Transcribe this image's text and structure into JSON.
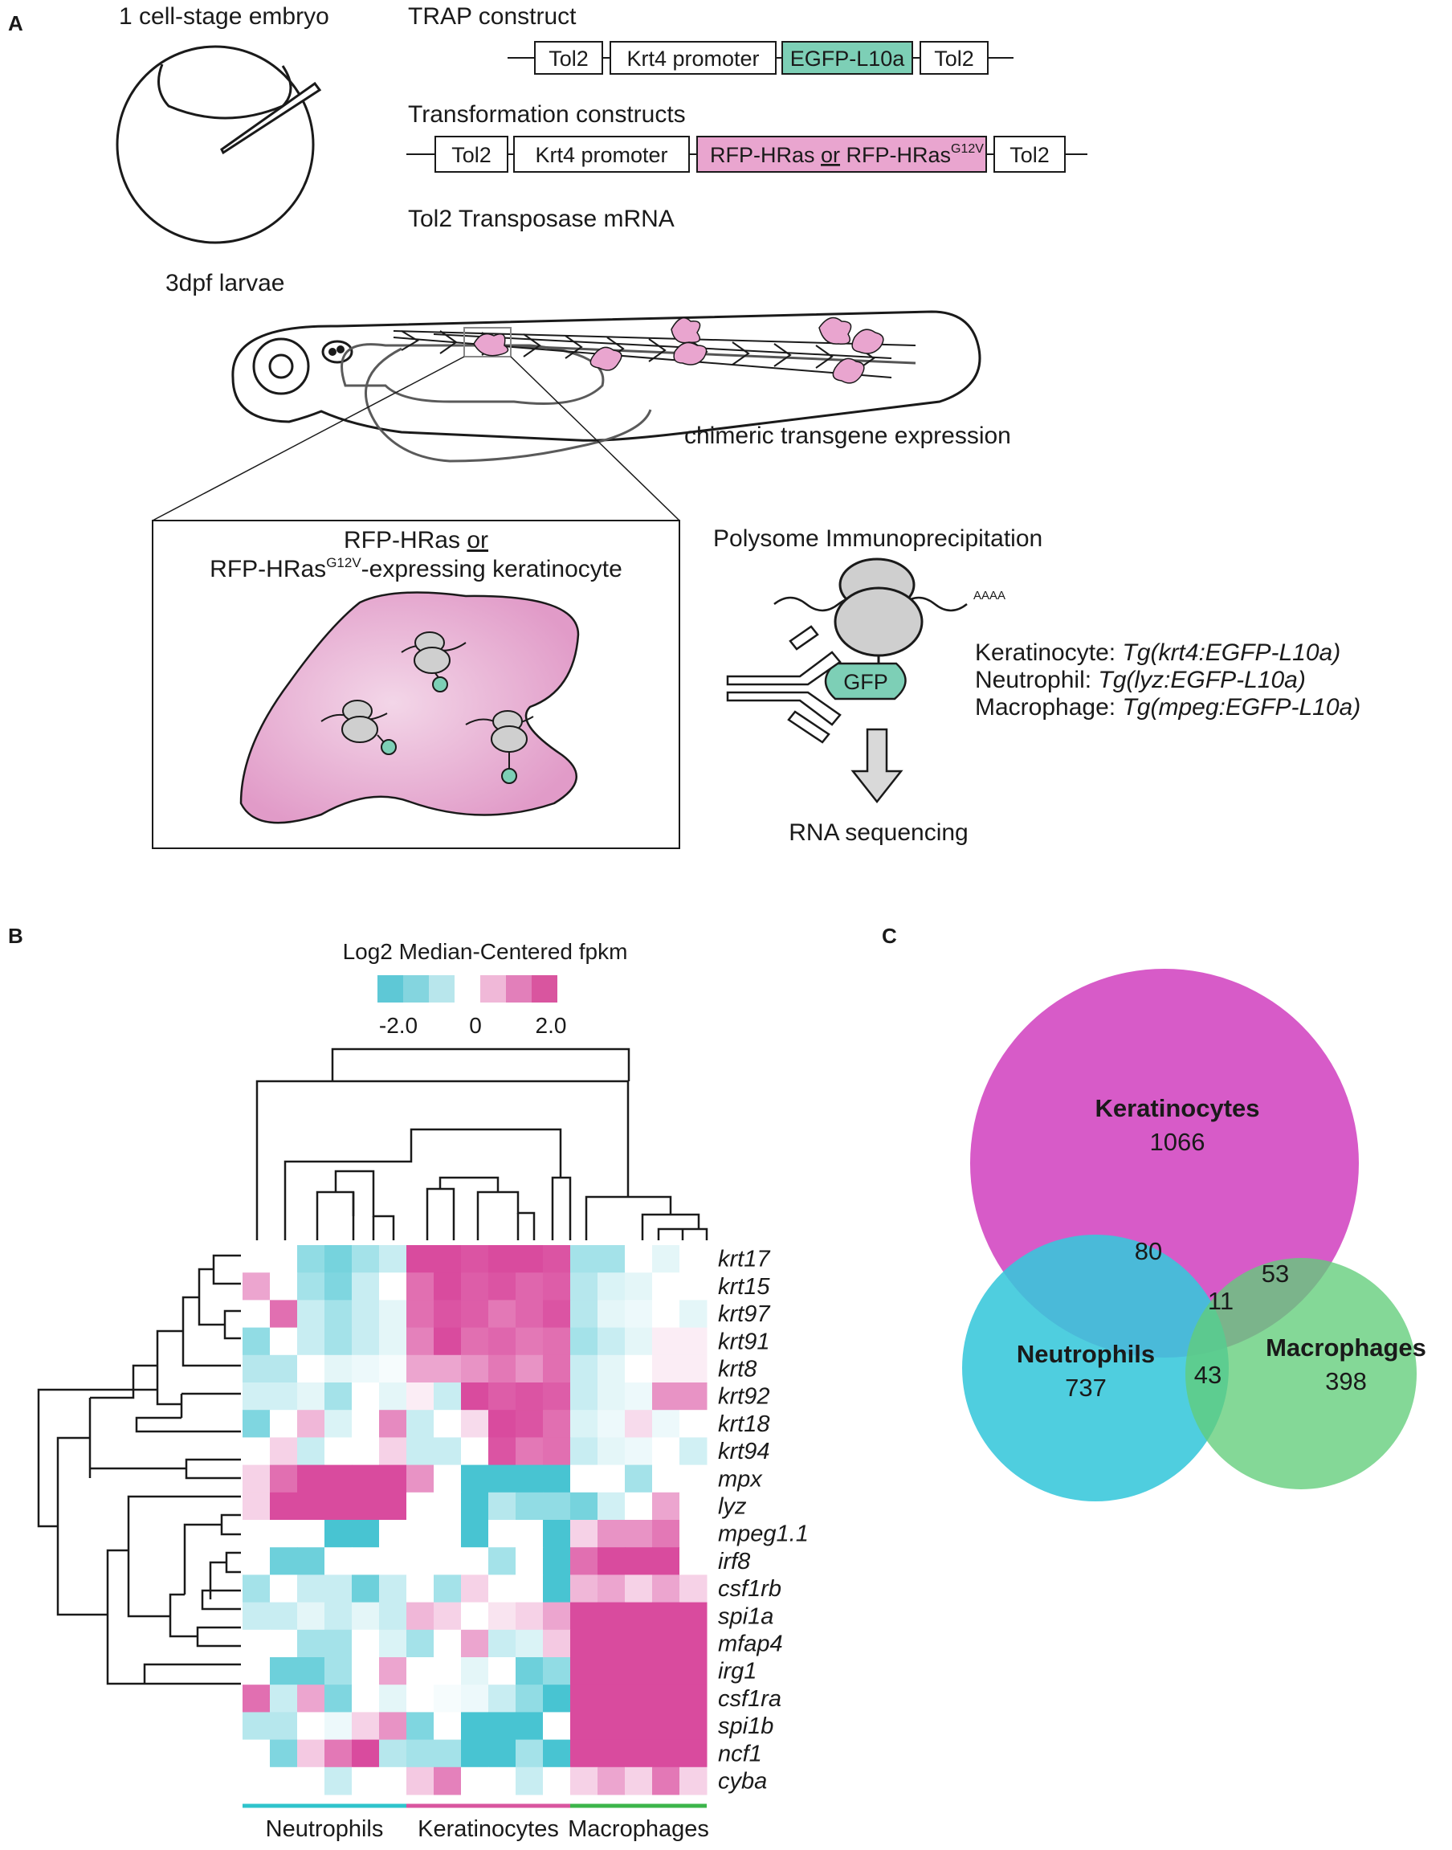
{
  "panels": {
    "a": "A",
    "b": "B",
    "c": "C"
  },
  "panel_a": {
    "embryo_label": "1 cell-stage embryo",
    "trap_title": "TRAP construct",
    "trap_segments": [
      "Tol2",
      "Krt4 promoter",
      "EGFP-L10a",
      "Tol2"
    ],
    "transform_title": "Transformation constructs",
    "transform_segments": [
      "Tol2",
      "Krt4 promoter",
      "",
      "Tol2"
    ],
    "transform_rfp": {
      "part1": "RFP-HRas ",
      "or": "or",
      "part2": " RFP-HRas",
      "sup": "G12V"
    },
    "transposase": "Tol2 Transposase mRNA",
    "larvae_label": "3dpf larvae",
    "chimeric_label": "chimeric transgene expression",
    "inset_line1": {
      "part1": "RFP-HRas ",
      "or": "or"
    },
    "inset_line2": {
      "part1": "RFP-HRas",
      "sup": "G12V",
      "part2": "-expressing keratinocyte"
    },
    "polysome_title": "Polysome Immunoprecipitation",
    "polya": "AAAA",
    "gfp": "GFP",
    "tg_lines": [
      {
        "cell": "Keratinocyte: ",
        "tg": "Tg(krt4:EGFP-L10a)"
      },
      {
        "cell": "Neutrophil: ",
        "tg": "Tg(lyz:EGFP-L10a)"
      },
      {
        "cell": "Macrophage: ",
        "tg": "Tg(mpeg:EGFP-L10a)"
      }
    ],
    "rna_seq": "RNA sequencing"
  },
  "panel_b": {
    "legend_title": "Log2 Median-Centered fpkm",
    "legend_ticks": [
      "-2.0",
      "0",
      "2.0"
    ],
    "legend_colors": [
      "#5ec8d6",
      "#84d5df",
      "#b8e6ec",
      "#ffffff",
      "#f0b8d8",
      "#e27fba",
      "#d9559f"
    ]
  },
  "colors": {
    "neutrophils": "#2fc4cc",
    "keratinocytes": "#d9559f",
    "macrophages": "#3cb54a",
    "construct_green": "#7dcfb6",
    "rfp_pink": "#e9a5cf"
  },
  "chart_data": {
    "type": "heatmap",
    "title": "Log2 Median-Centered fpkm",
    "scale": {
      "min": -2.0,
      "center": 0,
      "max": 2.0
    },
    "genes": [
      "krt17",
      "krt15",
      "krt97",
      "krt91",
      "krt8",
      "krt92",
      "krt18",
      "krt94",
      "mpx",
      "lyz",
      "mpeg1.1",
      "irf8",
      "csf1rb",
      "spi1a",
      "mfap4",
      "irg1",
      "csf1ra",
      "spi1b",
      "ncf1",
      "cyba"
    ],
    "groups": [
      {
        "name": "Neutrophils",
        "columns": 6
      },
      {
        "name": "Keratinocytes",
        "columns": 6
      },
      {
        "name": "Macrophages",
        "columns": 5
      }
    ],
    "values": [
      [
        0,
        0,
        -1.2,
        -1.5,
        -1,
        -0.6,
        2,
        2,
        1.9,
        2,
        2,
        1.9,
        -1,
        -1,
        0,
        -0.3,
        0
      ],
      [
        1,
        0,
        -1,
        -1.4,
        -0.6,
        0,
        1.6,
        2,
        1.8,
        1.9,
        1.7,
        1.8,
        -0.8,
        -0.4,
        -0.3,
        0,
        0
      ],
      [
        0,
        1.6,
        -0.6,
        -1,
        -0.6,
        -0.3,
        1.6,
        1.9,
        1.8,
        1.5,
        1.7,
        1.9,
        -0.8,
        -0.3,
        -0.2,
        0,
        -0.3
      ],
      [
        -1.2,
        0,
        -0.6,
        -1,
        -0.6,
        -0.3,
        1.4,
        2,
        1.6,
        1.7,
        1.5,
        1.6,
        -1,
        -0.6,
        -0.3,
        0.2,
        0.2
      ],
      [
        -0.8,
        -0.8,
        0,
        -0.3,
        -0.2,
        -0.1,
        1,
        1,
        1.2,
        1.5,
        1.2,
        1.6,
        -0.6,
        -0.3,
        0,
        0.2,
        0.2
      ],
      [
        -0.5,
        -0.5,
        -0.3,
        -1,
        0,
        -0.3,
        0.2,
        -0.6,
        2,
        1.8,
        1.9,
        1.8,
        -0.6,
        -0.3,
        -0.2,
        1.2,
        1.2
      ],
      [
        -1.4,
        0,
        0.8,
        -0.4,
        0,
        1.3,
        -0.6,
        0,
        0.4,
        2,
        1.9,
        1.6,
        -0.4,
        -0.2,
        0.4,
        -0.2,
        0
      ],
      [
        0,
        0.5,
        -0.6,
        0,
        0,
        0.5,
        -0.6,
        -0.6,
        0,
        1.9,
        1.5,
        1.6,
        -0.6,
        -0.3,
        -0.2,
        0,
        -0.5
      ],
      [
        0.5,
        1.6,
        2,
        2,
        2,
        2,
        1.2,
        0,
        -2,
        -2,
        -2,
        -2,
        0,
        0,
        -1,
        0,
        0
      ],
      [
        0.5,
        2,
        2,
        2,
        2,
        2,
        0,
        0,
        -2,
        -0.8,
        -1.2,
        -1.2,
        -1.5,
        -0.5,
        0,
        1,
        0
      ],
      [
        0,
        0,
        0,
        -2,
        -2,
        0,
        0,
        0,
        -2,
        0,
        0,
        -2,
        0.5,
        1.2,
        1.2,
        1.5,
        0
      ],
      [
        0,
        -1.6,
        -1.6,
        0,
        0,
        0,
        0,
        0,
        0,
        -1,
        0,
        -2,
        1.6,
        2,
        2,
        2,
        0
      ],
      [
        -1,
        0,
        -0.6,
        -0.6,
        -1.6,
        -0.6,
        0,
        -1,
        0.5,
        0,
        0,
        -2,
        0.8,
        1,
        0.5,
        1,
        0.5
      ],
      [
        -0.6,
        -0.6,
        -0.3,
        -0.6,
        -0.3,
        -0.6,
        0.8,
        0.5,
        0,
        0.3,
        0.5,
        1,
        2,
        2,
        2,
        2,
        2
      ],
      [
        0,
        0,
        -1,
        -1,
        0,
        -0.4,
        -1,
        0,
        1,
        -0.6,
        -0.4,
        0.6,
        2,
        2,
        2,
        2,
        2
      ],
      [
        0,
        -1.6,
        -1.6,
        -1,
        0,
        1,
        0,
        0,
        -0.3,
        0,
        -1.6,
        -1.2,
        2,
        2,
        2,
        2,
        2
      ],
      [
        1.6,
        -0.6,
        1,
        -1.4,
        0,
        -0.3,
        0,
        -0.1,
        -0.2,
        -0.6,
        -1.2,
        -2,
        2,
        2,
        2,
        2,
        2
      ],
      [
        -0.8,
        -0.8,
        0,
        -0.2,
        0.5,
        1.2,
        -1.4,
        0,
        -2,
        -2,
        -2,
        0,
        2,
        2,
        2,
        2,
        2
      ],
      [
        0,
        -1.4,
        0.6,
        1.5,
        2,
        -0.8,
        -1,
        -1,
        -2,
        -2,
        -1,
        -2,
        2,
        2,
        2,
        2,
        2
      ],
      [
        0,
        0,
        0,
        -0.6,
        0,
        0,
        0.6,
        1.4,
        0,
        0,
        -0.6,
        0,
        0.5,
        1,
        0.5,
        1.5,
        0.5
      ]
    ]
  },
  "venn": {
    "sets": [
      {
        "name": "Keratinocytes",
        "count": "1066",
        "color": "#d75bc8"
      },
      {
        "name": "Neutrophils",
        "count": "737",
        "color": "#37c7db"
      },
      {
        "name": "Macrophages",
        "count": "398",
        "color": "#62cd7a"
      }
    ],
    "overlaps": {
      "keratinocytes_neutrophils": "80",
      "keratinocytes_macrophages": "53",
      "all_three": "11",
      "neutrophils_macrophages": "43"
    }
  }
}
